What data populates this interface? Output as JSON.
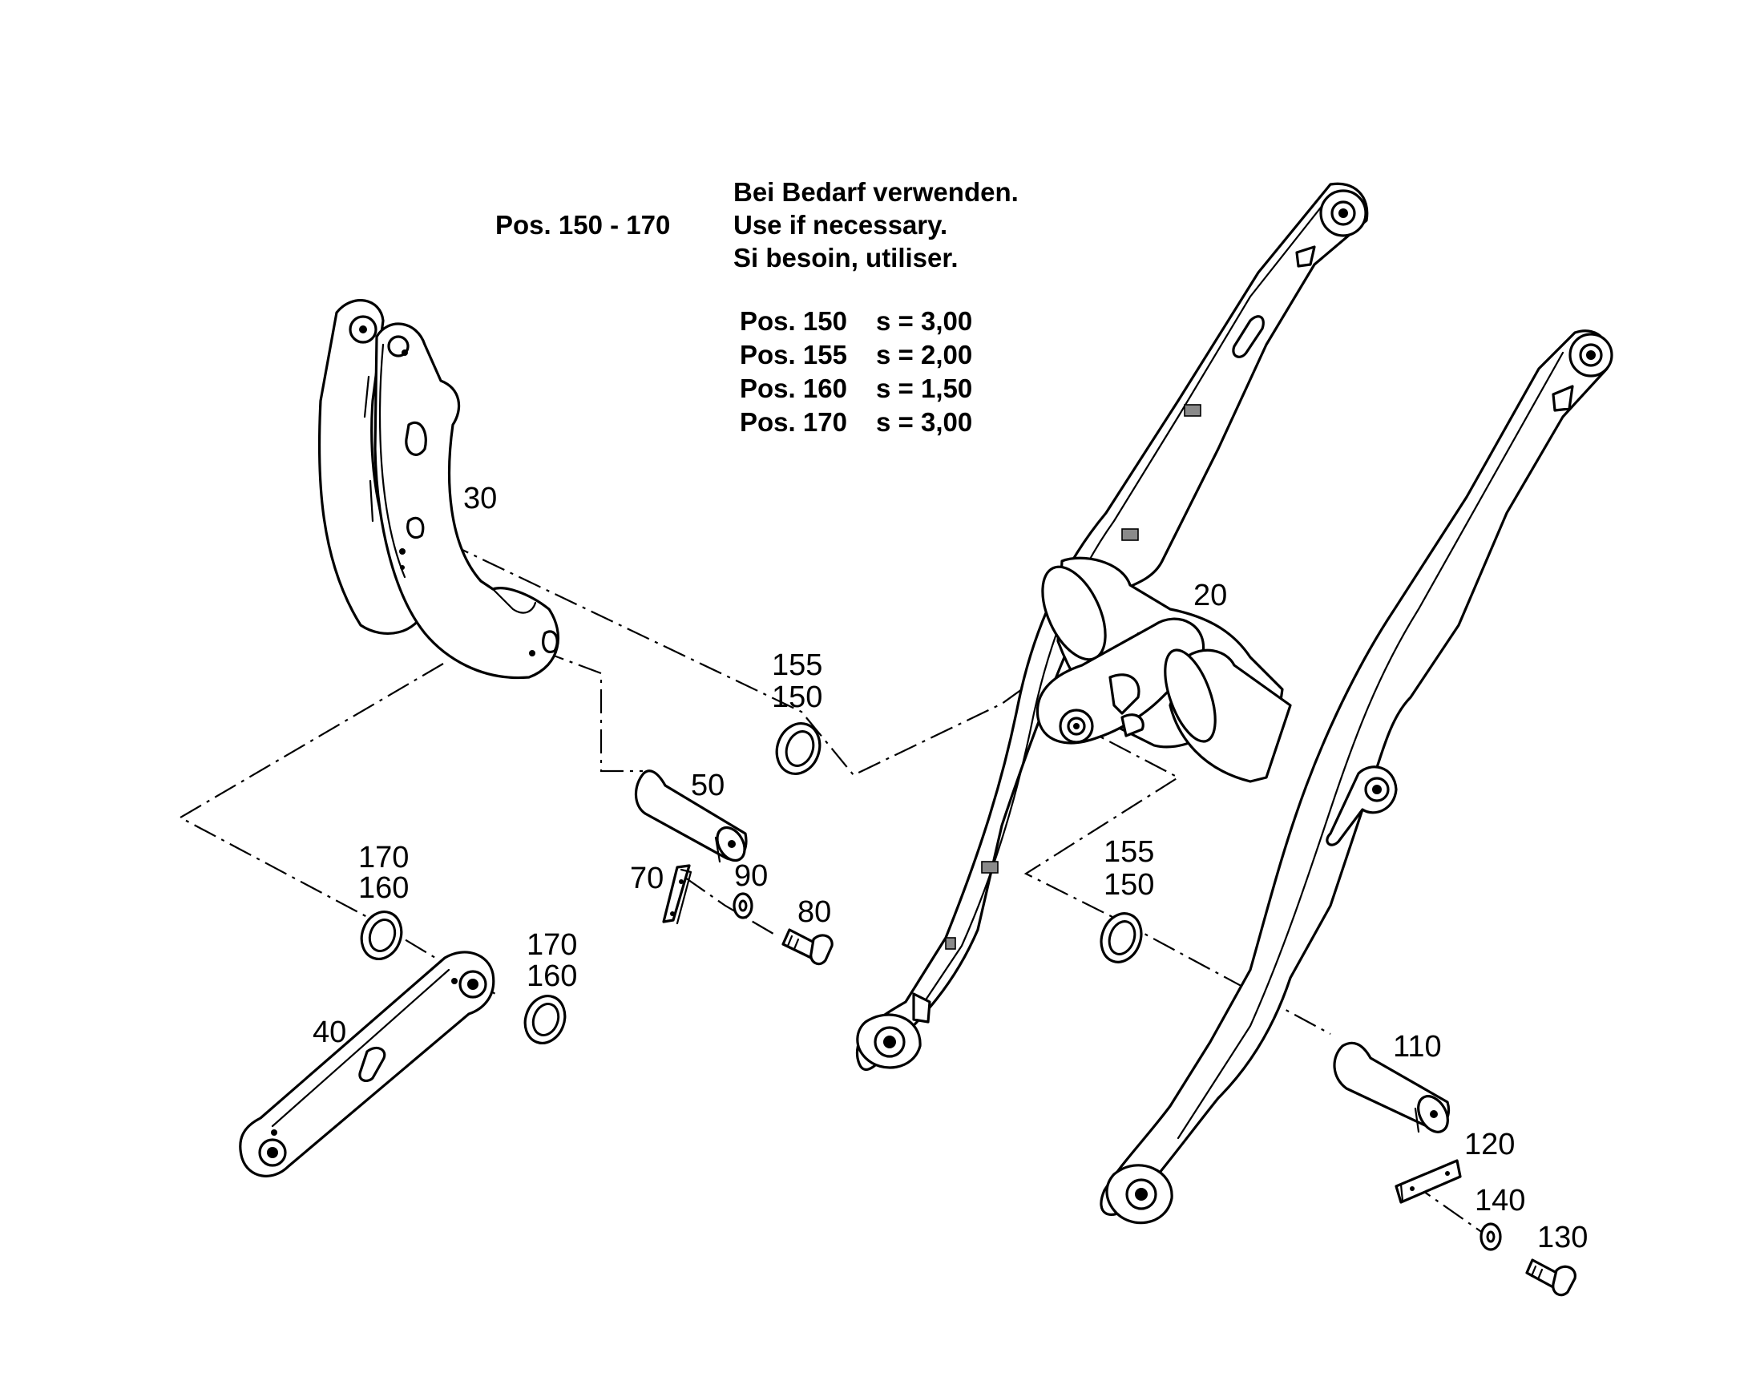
{
  "note": {
    "range_label": "Pos. 150 - 170",
    "lines": [
      "Bei Bedarf verwenden.",
      "Use if necessary.",
      "Si besoin, utiliser."
    ],
    "thickness": [
      {
        "pos": "Pos. 150",
        "value": "s = 3,00"
      },
      {
        "pos": "Pos. 155",
        "value": "s = 2,00"
      },
      {
        "pos": "Pos. 160",
        "value": "s = 1,50"
      },
      {
        "pos": "Pos. 170",
        "value": "s = 3,00"
      }
    ]
  },
  "callouts": {
    "p20": "20",
    "p30": "30",
    "p40": "40",
    "p50": "50",
    "p70": "70",
    "p80": "80",
    "p90": "90",
    "p110": "110",
    "p120": "120",
    "p130": "130",
    "p140": "140",
    "a155": "155",
    "a150": "150",
    "b155": "155",
    "b150": "150",
    "c170": "170",
    "c160": "160",
    "d170": "170",
    "d160": "160"
  }
}
